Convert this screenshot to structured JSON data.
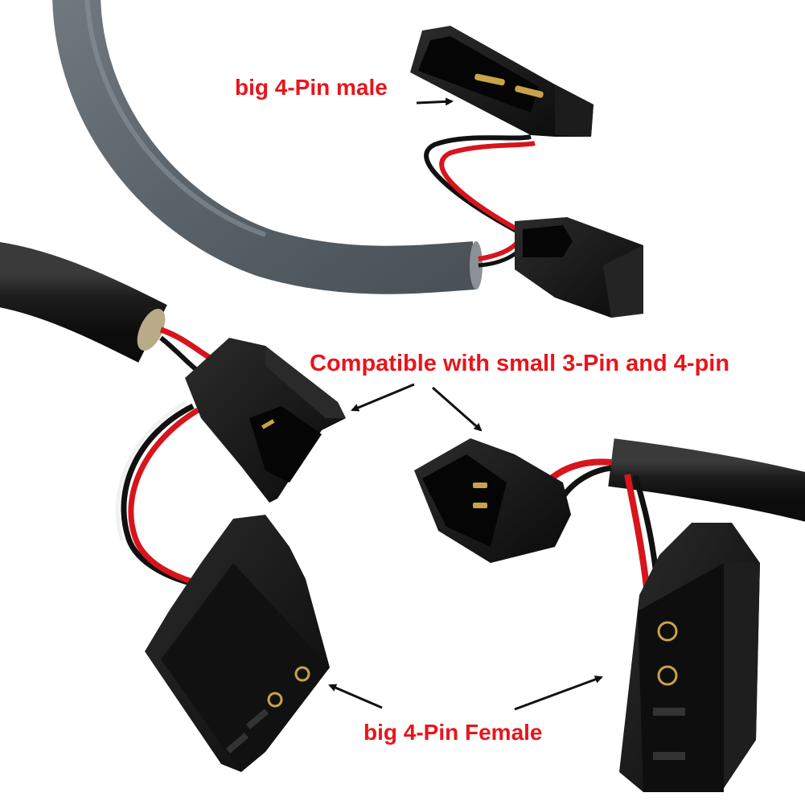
{
  "labels": {
    "male": "big 4-Pin male",
    "compatible": "Compatible with small 3-Pin and 4-pin",
    "female": "big 4-Pin Female"
  },
  "colors": {
    "label_text": "#e8151b",
    "arrow": "#111111",
    "gray_cable": "#5d666d",
    "black_cable": "#1b1b1b",
    "connector": "#161616",
    "red_wire": "#d8141c",
    "gold_pin": "#c9a24a"
  },
  "icons": [
    "arrow-icon"
  ]
}
